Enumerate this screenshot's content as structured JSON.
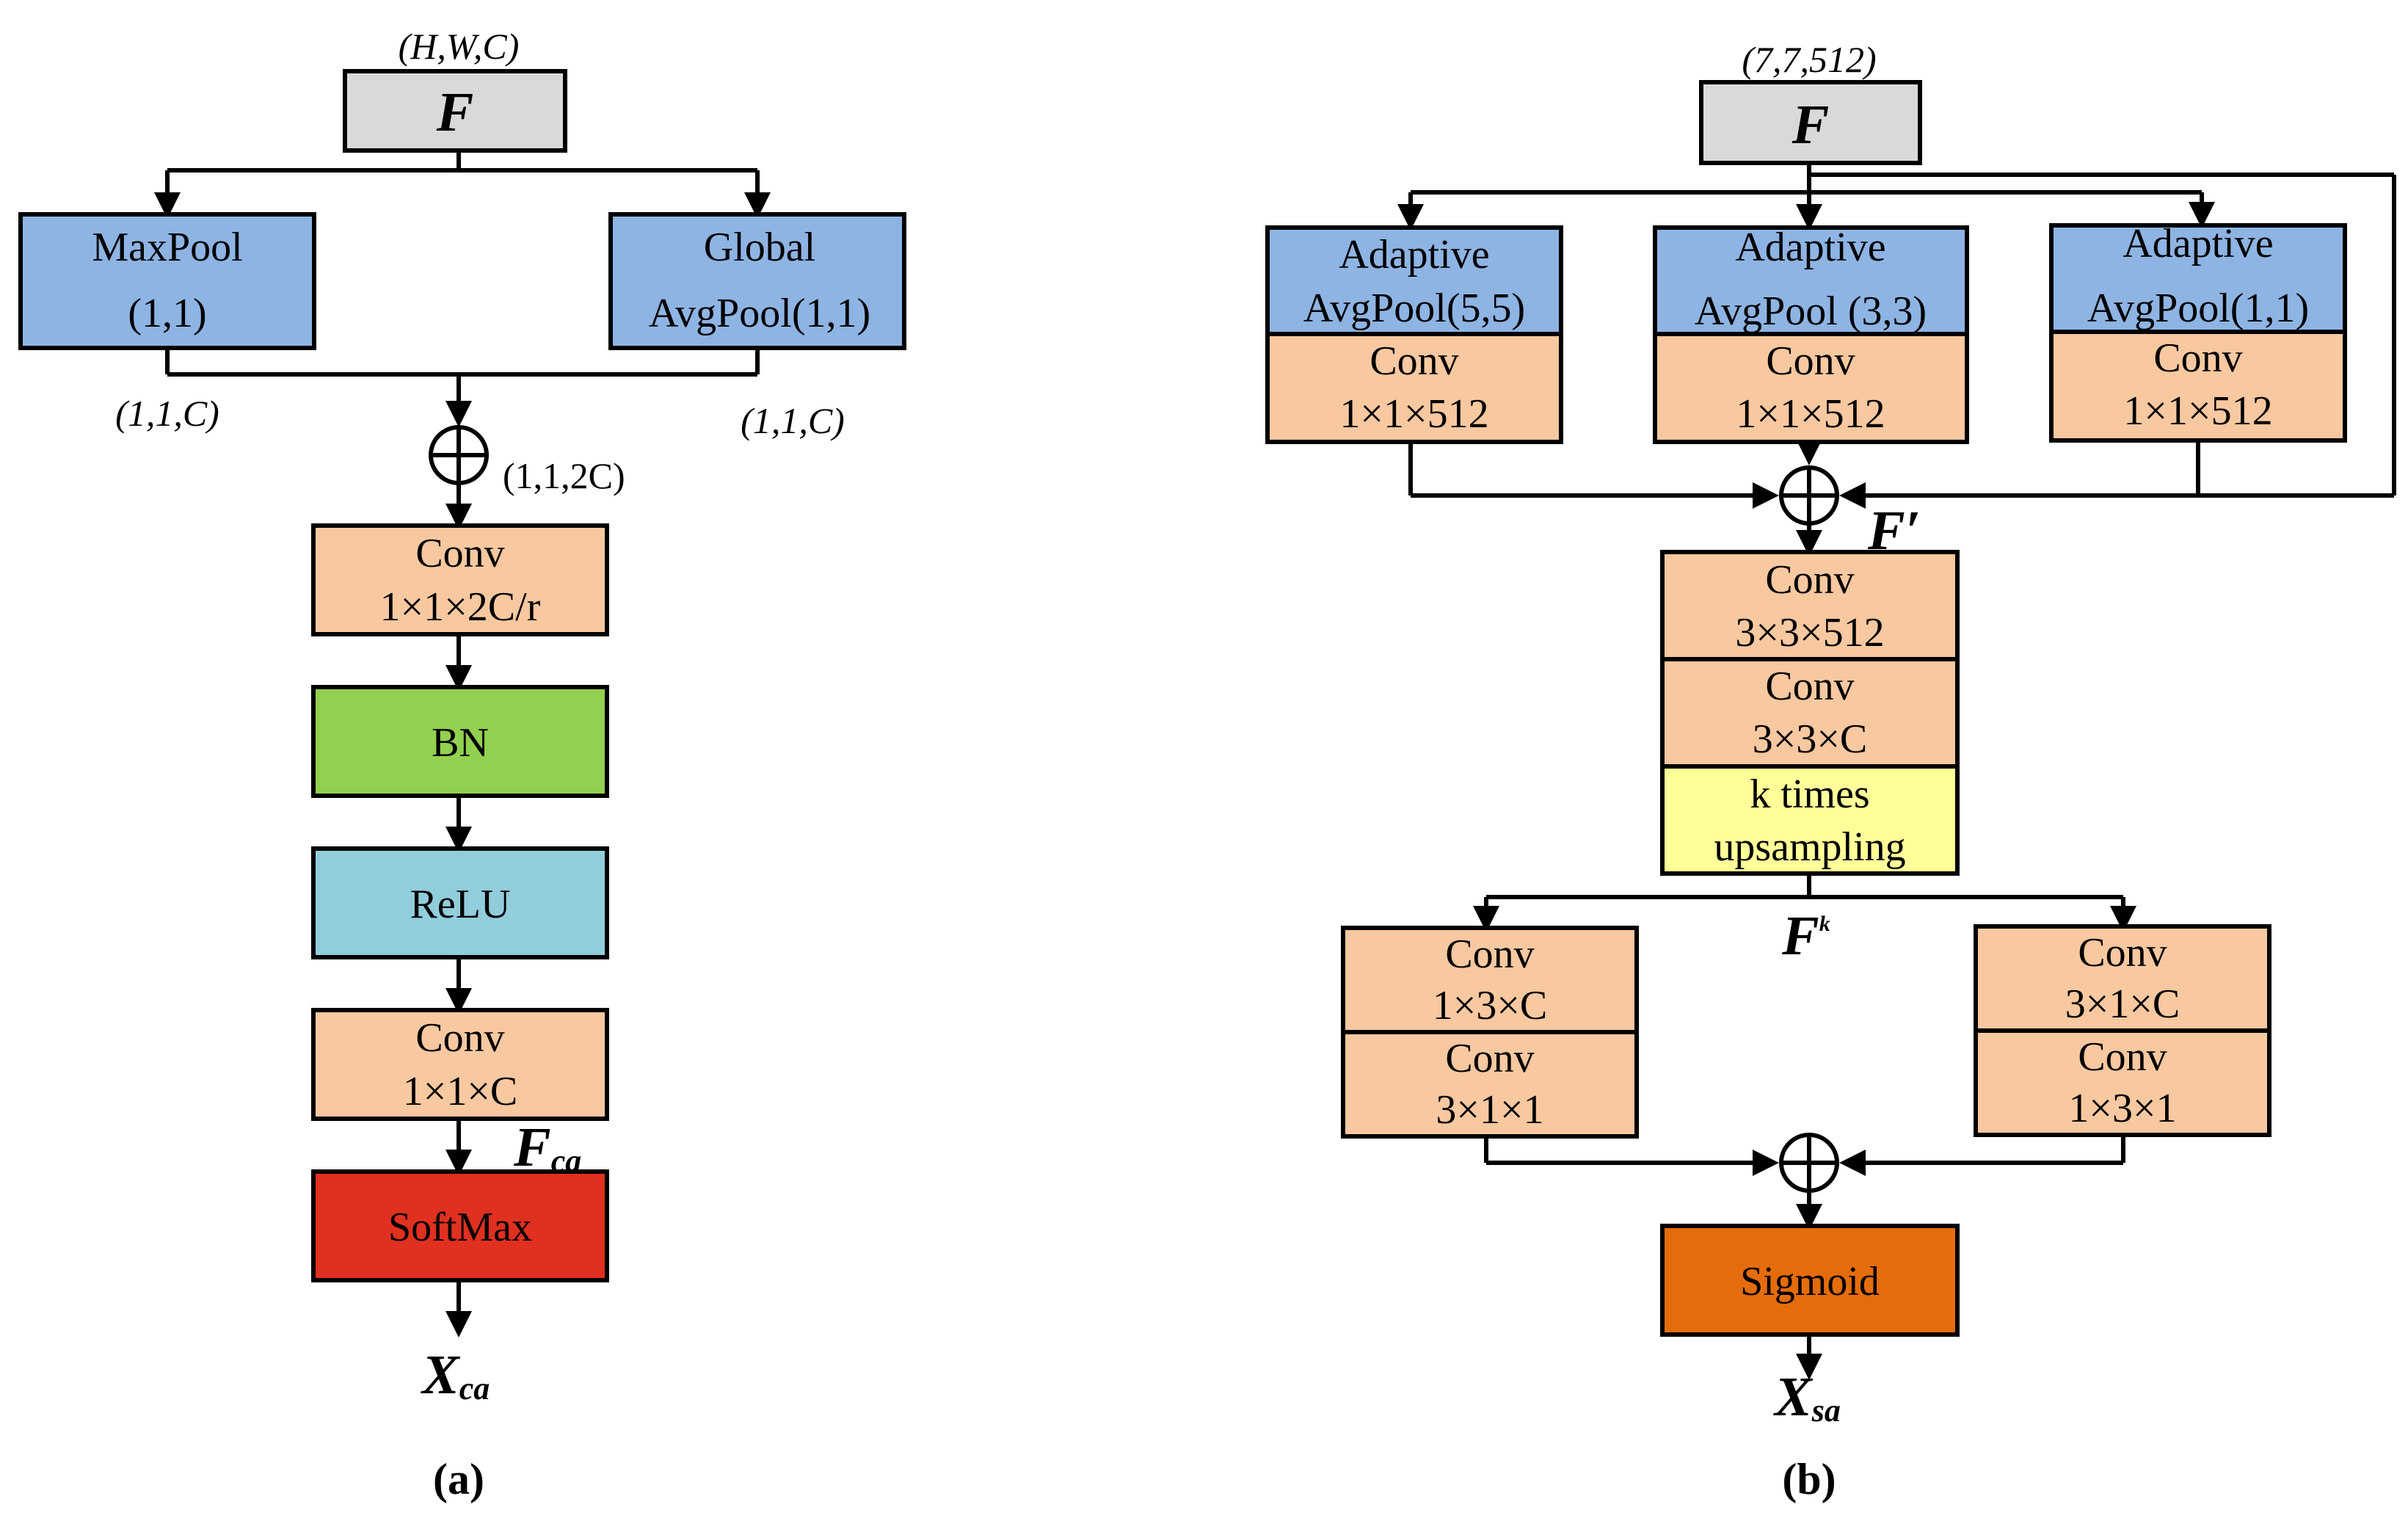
{
  "colors": {
    "input_gray": "#d9d9d9",
    "pool_blue": "#8eb4e3",
    "conv_peach": "#f8c8a0",
    "bn_green": "#92d050",
    "relu_cyan": "#92cddc",
    "softmax_red": "#e03020",
    "sigmoid_orange": "#e46c0a",
    "upsample_yellow": "#ffff99"
  },
  "panel_a": {
    "input_shape": "(H,W,C)",
    "input": "F",
    "maxpool": [
      "MaxPool",
      "(1,1)"
    ],
    "gap": [
      "Global",
      "AvgPool(1,1)"
    ],
    "left_shape": "(1,1,C)",
    "right_shape": "(1,1,C)",
    "concat_shape": "(1,1,2C)",
    "conv1": [
      "Conv",
      "1×1×2C/r"
    ],
    "bn": "BN",
    "relu": "ReLU",
    "conv2": [
      "Conv",
      "1×1×C"
    ],
    "fca": {
      "main": "F",
      "sub": "ca"
    },
    "softmax": "SoftMax",
    "output": {
      "main": "X",
      "sub": "ca"
    },
    "caption": "(a)"
  },
  "panel_b": {
    "input_shape": "(7,7,512)",
    "input": "F",
    "pools": [
      {
        "top": [
          "Adaptive",
          "AvgPool(5,5)"
        ],
        "conv": [
          "Conv",
          "1×1×512"
        ]
      },
      {
        "top": [
          "Adaptive",
          "AvgPool (3,3)"
        ],
        "conv": [
          "Conv",
          "1×1×512"
        ]
      },
      {
        "top": [
          "Adaptive",
          "AvgPool(1,1)"
        ],
        "conv": [
          "Conv",
          "1×1×512"
        ]
      }
    ],
    "fprime": "F′",
    "conv_a": [
      "Conv",
      "3×3×512"
    ],
    "conv_b": [
      "Conv",
      "3×3×C"
    ],
    "upsample": [
      "k times",
      "upsampling"
    ],
    "fk": {
      "main": "F",
      "sup": "k"
    },
    "left_branch": [
      [
        "Conv",
        "1×3×C"
      ],
      [
        "Conv",
        "3×1×1"
      ]
    ],
    "right_branch": [
      [
        "Conv",
        "3×1×C"
      ],
      [
        "Conv",
        "1×3×1"
      ]
    ],
    "sigmoid": "Sigmoid",
    "output": {
      "main": "X",
      "sub": "sa"
    },
    "caption": "(b)"
  }
}
